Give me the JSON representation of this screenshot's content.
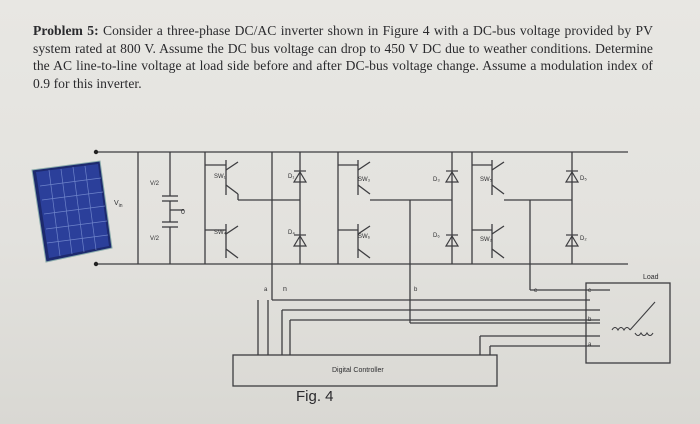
{
  "problem": {
    "label": "Problem 5:",
    "text": "Consider a three-phase DC/AC inverter shown in Figure 4 with a DC-bus voltage provided by PV system rated at 800 V. Assume the DC bus voltage can drop to 450 V DC due to weather conditions. Determine the AC line-to-line voltage at load side before and after DC-bus voltage change. Assume a modulation index of 0.9 for this inverter."
  },
  "figure": {
    "caption": "Fig. 4",
    "vin_label": "V",
    "vin_sub": "in",
    "cap_top_label": "V/2",
    "cap_bot_label": "V/2",
    "midpoint_label": "0",
    "neutral_label": "n",
    "switches": [
      "SW1",
      "SW4",
      "SW2",
      "SW3",
      "SW2'",
      "SW5'"
    ],
    "switch_labels": {
      "sw1": "SW₁",
      "sw4": "SW₄",
      "sw2": "SW₂",
      "sw3": "SW₃",
      "sw5": "SW₅",
      "sw6": "SW₆"
    },
    "diode_labels": {
      "d1": "D₁",
      "d4": "D₄",
      "d2": "D₂",
      "d3": "D₃",
      "d5": "D₅",
      "d6": "D₆"
    },
    "phase_labels": {
      "a": "a",
      "b": "b",
      "c": "c"
    },
    "load_title": "Load",
    "load_a": "a",
    "load_b": "b",
    "load_c": "c",
    "controller_label": "Digital Controller"
  }
}
